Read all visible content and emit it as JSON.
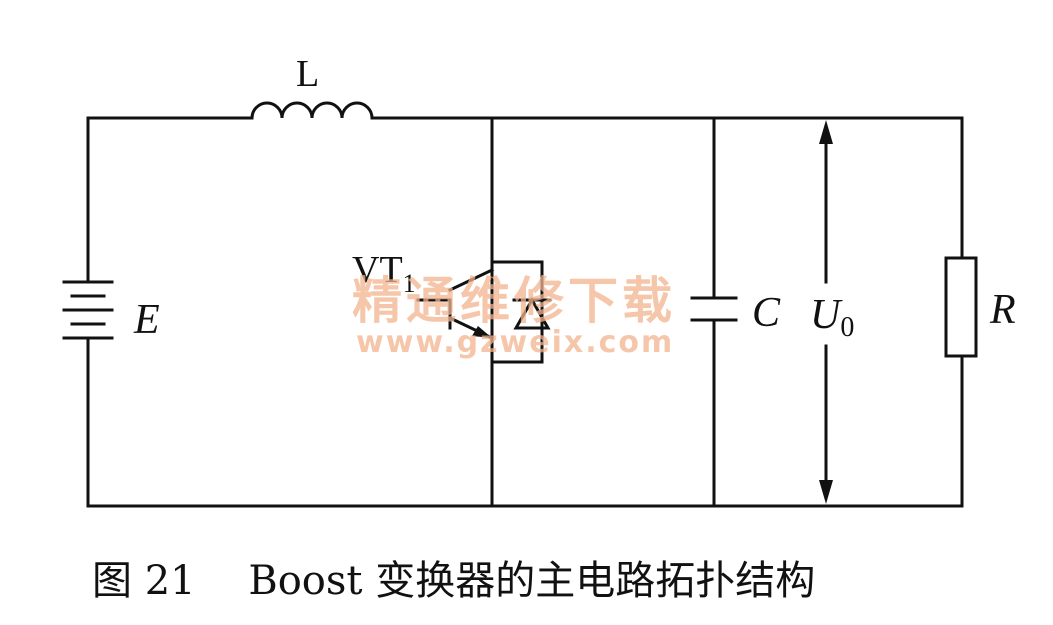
{
  "labels": {
    "inductor": "L",
    "battery": "E",
    "switch": "VT",
    "switch_sub": "1",
    "capacitor": "C",
    "output_voltage": "U",
    "output_voltage_sub": "0",
    "resistor": "R"
  },
  "watermark": {
    "text": "精通维修下载",
    "url": "www.gzweix.com"
  },
  "caption": "图 21　 Boost 变换器的主电路拓扑结构"
}
